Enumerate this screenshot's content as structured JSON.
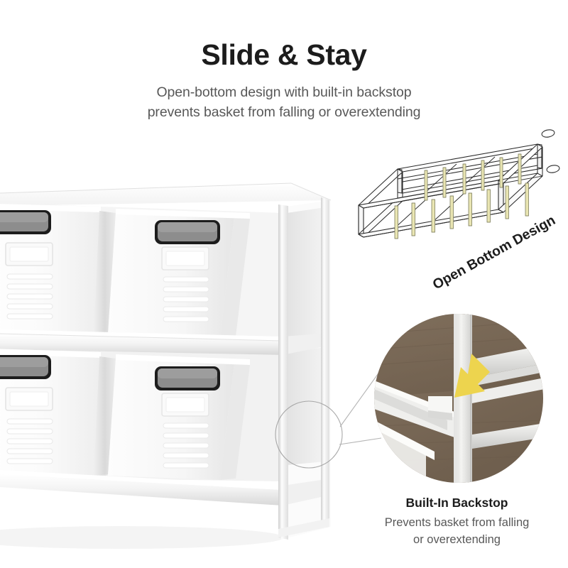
{
  "header": {
    "title": "Slide & Stay",
    "subtitle_line1": "Open-bottom design with built-in backstop",
    "subtitle_line2": "prevents basket from falling or overextending"
  },
  "diagram": {
    "label": "Open Bottom Design",
    "post_color": "#e9e5b2",
    "line_color": "#2a2a2a"
  },
  "callout": {
    "title": "Built-In Backstop",
    "line1": "Prevents basket from falling",
    "line2": "or overextending",
    "arrow_color": "#edd44e",
    "wood_color": "#7b6a58",
    "frame_color": "#e4e4e2"
  },
  "product": {
    "name": "white-metal-storage-bench",
    "basket_count": 4,
    "rows": 2,
    "columns": 2,
    "frame_color": "#fafafa",
    "basket_color": "#f7f7f7",
    "handle_color": "#1c1c1c",
    "highlight_circle_color": "#9a9a9a"
  },
  "icons": {
    "arrow": "down-left-arrow-icon",
    "highlight": "magnify-circle-icon"
  }
}
